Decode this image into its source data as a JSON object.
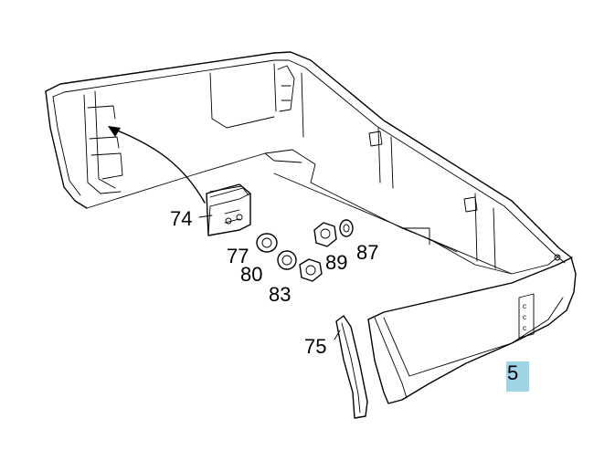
{
  "diagram": {
    "callouts": [
      {
        "id": "74",
        "label": "74"
      },
      {
        "id": "77",
        "label": "77"
      },
      {
        "id": "80",
        "label": "80"
      },
      {
        "id": "83",
        "label": "83"
      },
      {
        "id": "89",
        "label": "89"
      },
      {
        "id": "87",
        "label": "87"
      },
      {
        "id": "75",
        "label": "75"
      },
      {
        "id": "5",
        "label": "5",
        "highlighted": true
      }
    ],
    "colors": {
      "line": "#000000",
      "background": "#ffffff",
      "highlight": "#9fd3e6"
    }
  }
}
